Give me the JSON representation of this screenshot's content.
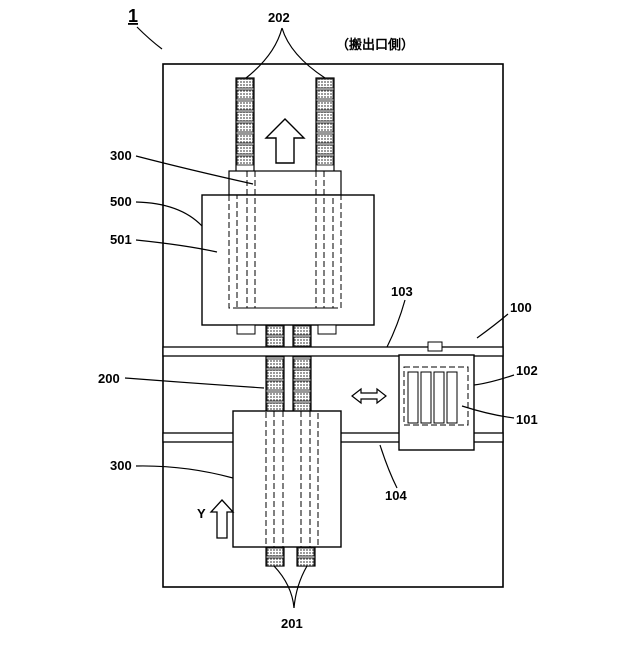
{
  "figure": {
    "device_ref": "1",
    "exit_side_label": "（搬出口側）",
    "axis_label": "Y"
  },
  "labels": {
    "l202": "202",
    "l201": "201",
    "l300_top": "300",
    "l300_bottom": "300",
    "l500": "500",
    "l501": "501",
    "l103": "103",
    "l100": "100",
    "l102": "102",
    "l101": "101",
    "l104": "104",
    "l200": "200"
  },
  "colors": {
    "line": "#000000",
    "background": "#ffffff",
    "hatch": "#7a7a7a"
  }
}
